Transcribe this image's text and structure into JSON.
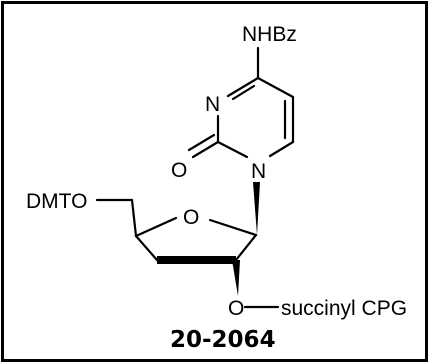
{
  "labels": {
    "nhbz": "NHBz",
    "n3": "N",
    "o2": "O",
    "n1": "N",
    "ring_o": "O",
    "dmto": "DMTO",
    "o3": "O",
    "succinyl": "succinyl CPG"
  },
  "caption": "20-2064",
  "colors": {
    "ink": "#000000",
    "background": "#ffffff",
    "border": "#000000"
  }
}
